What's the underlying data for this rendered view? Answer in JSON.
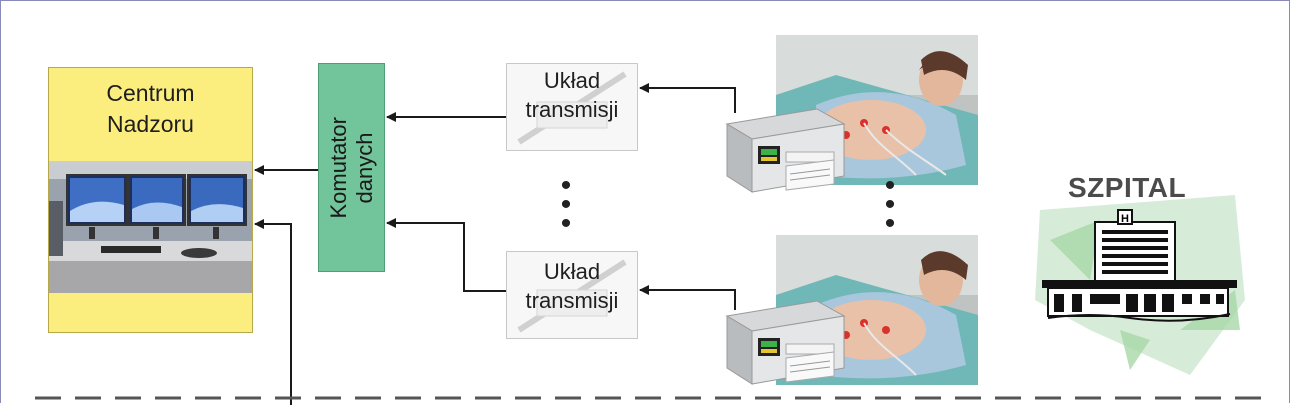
{
  "center": {
    "title_line1": "Centrum",
    "title_line2": "Nadzoru"
  },
  "switch": {
    "label_line1": "Komutator",
    "label_line2": "danych"
  },
  "transmission_units": [
    {
      "label_line1": "Układ",
      "label_line2": "transmisji"
    },
    {
      "label_line1": "Układ",
      "label_line2": "transmisji"
    }
  ],
  "hospital": {
    "label": "SZPITAL"
  },
  "colors": {
    "center_fill": "#fbee7e",
    "switch_fill": "#72c49a",
    "arrow": "#1a1a1a",
    "hospital_bg": "#d7ecd8",
    "dashed_line": "#555555"
  },
  "icons": [
    "monitor-workstation-image",
    "patient-photo",
    "ctg-monitor-icon",
    "hospital-building-icon"
  ]
}
